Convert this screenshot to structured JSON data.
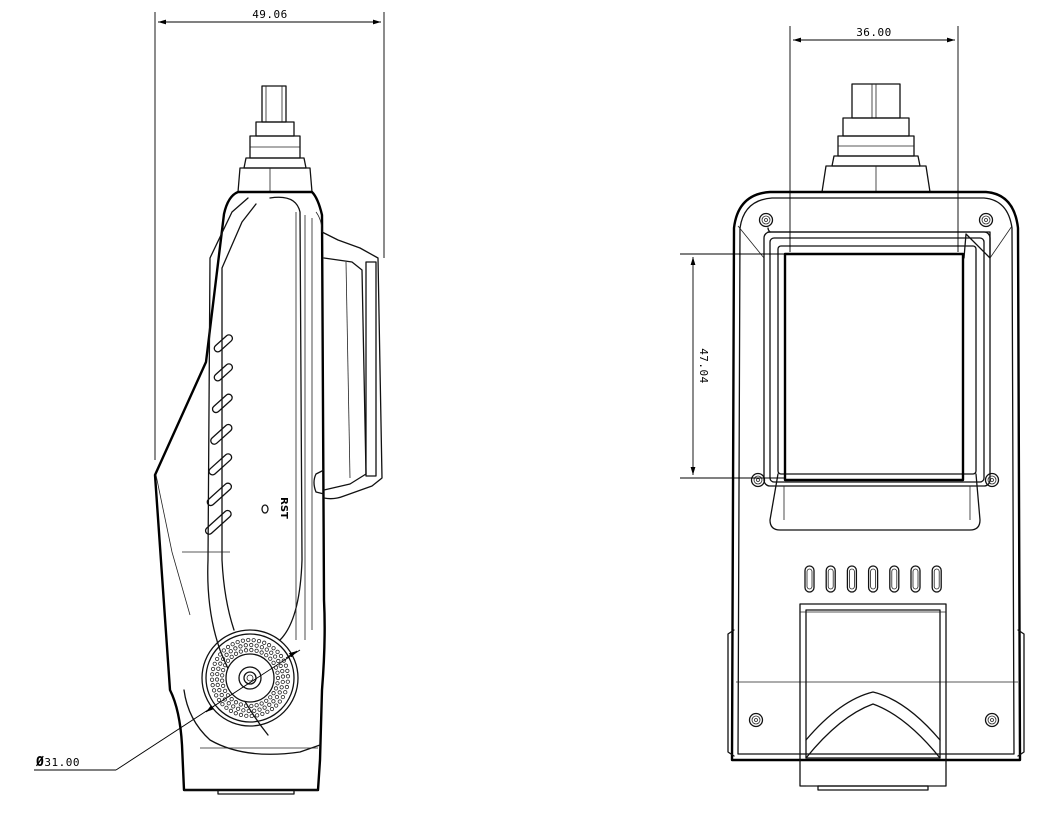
{
  "dimensions": {
    "side_width": "49.06",
    "front_width": "36.00",
    "screen_height": "47.04",
    "speaker_diameter": "31.00"
  },
  "symbols": {
    "diameter": "Ø"
  },
  "labels": {
    "reset": "RST"
  }
}
